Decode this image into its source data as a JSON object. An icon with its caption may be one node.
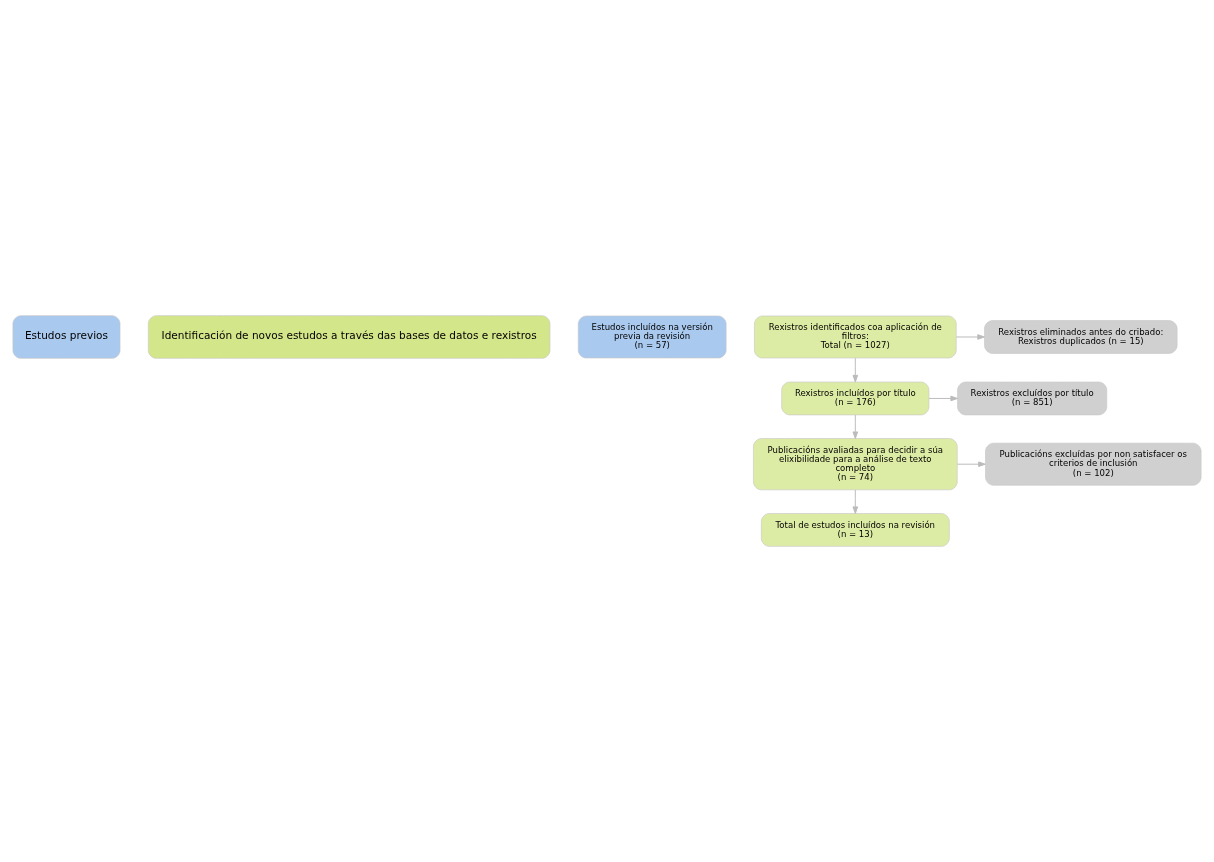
{
  "diagram": {
    "nodes": [
      {
        "text": [
          "Estudos previos"
        ]
      },
      {
        "text": [
          "Identificación de novos estudos a través das bases de datos e rexistros"
        ]
      },
      {
        "text": [
          "Estudos incluídos na versión previa da revisión",
          "(n = 57)"
        ]
      },
      {
        "text": [
          "Rexistros identificados coa aplicación de filtros:",
          "Total (n = 1027)"
        ]
      },
      {
        "text": [
          "Rexistros eliminados antes do cribado:",
          "Rexistros duplicados (n = 15)"
        ]
      },
      {
        "text": [
          "Rexistros incluídos por título",
          "(n = 176)"
        ]
      },
      {
        "text": [
          "Rexistros excluídos por título",
          "(n = 851)"
        ]
      },
      {
        "text": [
          "Publicacións avaliadas para decidir a súa elixibilidade para a análise de texto completo",
          "(n = 74)"
        ]
      },
      {
        "text": [
          "Publicacións excluídas por non satisfacer os criterios de inclusión",
          "(n = 102)"
        ]
      },
      {
        "text": [
          "Total de estudos incluídos na revisión",
          "(n = 13)"
        ]
      }
    ],
    "edges": [
      {
        "from": 3,
        "to": 4,
        "arrow": "to"
      },
      {
        "from": 3,
        "to": 5,
        "arrow": "to"
      },
      {
        "from": 5,
        "to": 6,
        "arrow": "to"
      },
      {
        "from": 5,
        "to": 7,
        "arrow": "to"
      },
      {
        "from": 7,
        "to": 8,
        "arrow": "to"
      },
      {
        "from": 7,
        "to": 9,
        "arrow": "to"
      }
    ]
  }
}
